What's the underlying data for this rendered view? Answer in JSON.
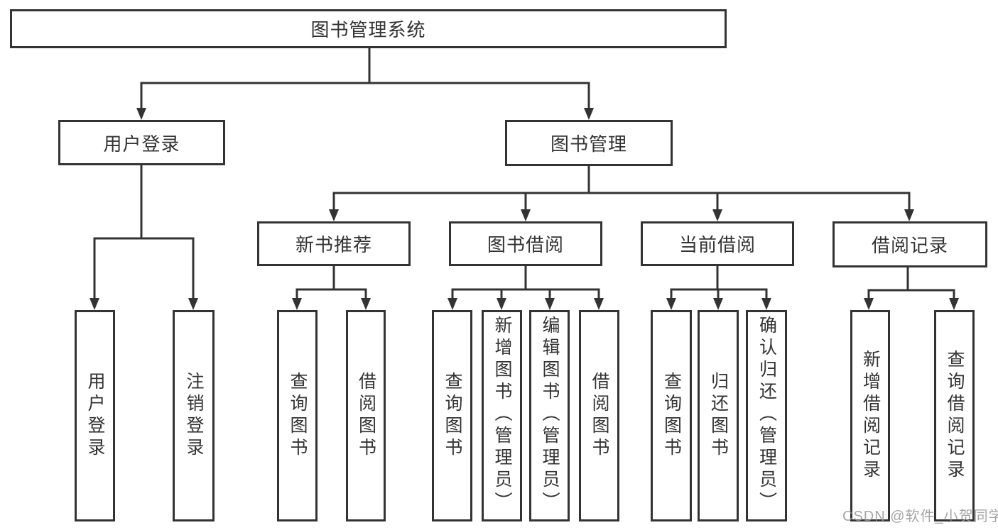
{
  "diagram": {
    "type": "tree",
    "tree": {
      "label": "图书管理系统",
      "children": [
        {
          "label": "用户登录",
          "children": [
            {
              "label": "用户登录"
            },
            {
              "label": "注销登录"
            }
          ]
        },
        {
          "label": "图书管理",
          "children": [
            {
              "label": "新书推荐",
              "children": [
                {
                  "label": "查询图书"
                },
                {
                  "label": "借阅图书"
                }
              ]
            },
            {
              "label": "图书借阅",
              "children": [
                {
                  "label": "查询图书"
                },
                {
                  "label": "新增图书（管理员）"
                },
                {
                  "label": "编辑图书（管理员）"
                },
                {
                  "label": "借阅图书"
                }
              ]
            },
            {
              "label": "当前借阅",
              "children": [
                {
                  "label": "查询图书"
                },
                {
                  "label": "归还图书"
                },
                {
                  "label": "确认归还（管理员）"
                }
              ]
            },
            {
              "label": "借阅记录",
              "children": [
                {
                  "label": "新增借阅记录"
                },
                {
                  "label": "查询借阅记录"
                }
              ]
            }
          ]
        }
      ]
    }
  },
  "watermark": {
    "text": "CSDN @软件_小贺同学"
  },
  "colors": {
    "line": "#333333",
    "box_border": "#333333",
    "text": "#333333",
    "background": "#ffffff",
    "watermark": "#969696"
  }
}
